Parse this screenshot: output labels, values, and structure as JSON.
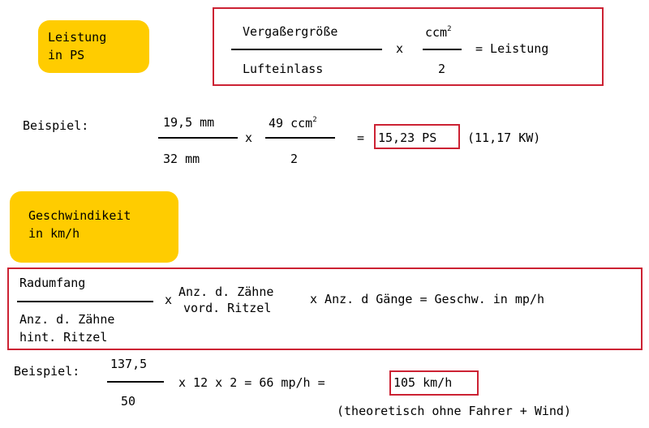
{
  "power": {
    "label": "Leistung\nin PS",
    "formula": {
      "numerator": "Vergaßergröße",
      "denominator": "Lufteinlass",
      "times": "x",
      "factor_numerator": "ccm",
      "factor_sup": "2",
      "factor_denominator": "2",
      "result": "= Leistung"
    },
    "example": {
      "label": "Beispiel:",
      "numerator": "19,5 mm",
      "denominator": "32 mm",
      "times": "x",
      "factor_numerator": "49 ccm",
      "factor_sup": "2",
      "factor_denominator": "2",
      "equals": "=",
      "result": "15,23 PS",
      "extra": "(11,17 KW)"
    }
  },
  "speed": {
    "label": "Geschwindikeit\nin km/h",
    "formula": {
      "numerator": "Radumfang",
      "denominator_line1": "Anz. d. Zähne",
      "denominator_line2": "hint. Ritzel",
      "times1": "x",
      "middle_line1": "Anz. d. Zähne",
      "middle_line2": "vord. Ritzel",
      "tail": "x Anz. d Gänge  = Geschw. in mp/h"
    },
    "example": {
      "label": "Beispiel:",
      "numerator": "137,5",
      "denominator": "50",
      "rest": "x 12 x 2  = 66 mp/h =",
      "result": "105 km/h",
      "note": "(theoretisch ohne Fahrer + Wind)"
    }
  },
  "colors": {
    "label_bg": "#ffcc00",
    "box_border": "#cc2233"
  }
}
